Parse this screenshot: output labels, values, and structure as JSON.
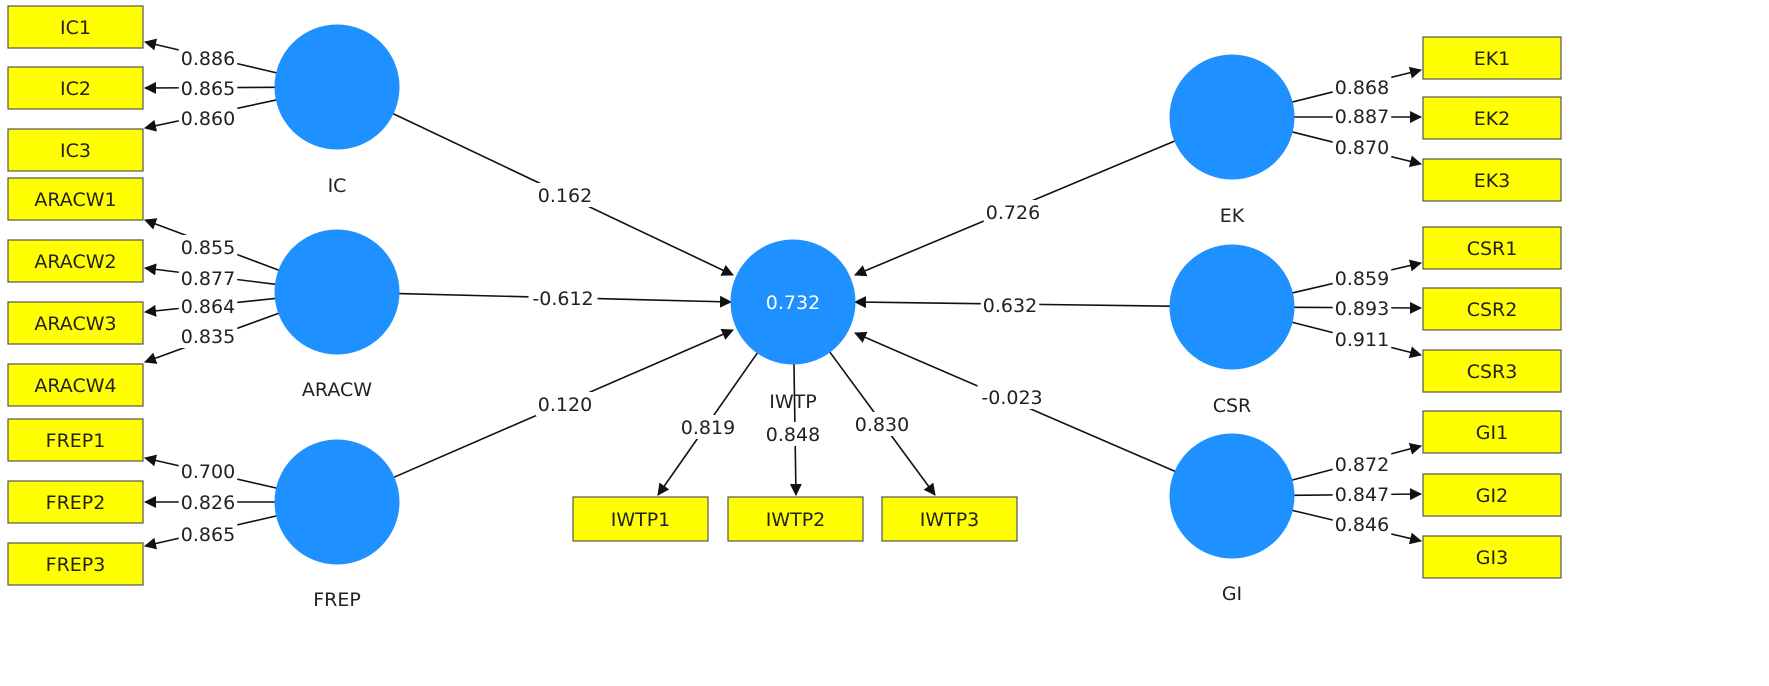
{
  "colors": {
    "construct_fill": "#1e90ff",
    "indicator_fill": "#ffff00",
    "arrow": "#111111"
  },
  "constructs": [
    {
      "id": "IC",
      "label": "IC"
    },
    {
      "id": "ARACW",
      "label": "ARACW"
    },
    {
      "id": "FREP",
      "label": "FREP"
    },
    {
      "id": "IWTP",
      "label": "IWTP",
      "r_squared": "0.732"
    },
    {
      "id": "EK",
      "label": "EK"
    },
    {
      "id": "CSR",
      "label": "CSR"
    },
    {
      "id": "GI",
      "label": "GI"
    }
  ],
  "indicators": [
    {
      "id": "IC1",
      "label": "IC1",
      "construct": "IC",
      "loading": "0.886"
    },
    {
      "id": "IC2",
      "label": "IC2",
      "construct": "IC",
      "loading": "0.865"
    },
    {
      "id": "IC3",
      "label": "IC3",
      "construct": "IC",
      "loading": "0.860"
    },
    {
      "id": "ARACW1",
      "label": "ARACW1",
      "construct": "ARACW",
      "loading": "0.855"
    },
    {
      "id": "ARACW2",
      "label": "ARACW2",
      "construct": "ARACW",
      "loading": "0.877"
    },
    {
      "id": "ARACW3",
      "label": "ARACW3",
      "construct": "ARACW",
      "loading": "0.864"
    },
    {
      "id": "ARACW4",
      "label": "ARACW4",
      "construct": "ARACW",
      "loading": "0.835"
    },
    {
      "id": "FREP1",
      "label": "FREP1",
      "construct": "FREP",
      "loading": "0.700"
    },
    {
      "id": "FREP2",
      "label": "FREP2",
      "construct": "FREP",
      "loading": "0.826"
    },
    {
      "id": "FREP3",
      "label": "FREP3",
      "construct": "FREP",
      "loading": "0.865"
    },
    {
      "id": "IWTP1",
      "label": "IWTP1",
      "construct": "IWTP",
      "loading": "0.819"
    },
    {
      "id": "IWTP2",
      "label": "IWTP2",
      "construct": "IWTP",
      "loading": "0.848"
    },
    {
      "id": "IWTP3",
      "label": "IWTP3",
      "construct": "IWTP",
      "loading": "0.830"
    },
    {
      "id": "EK1",
      "label": "EK1",
      "construct": "EK",
      "loading": "0.868"
    },
    {
      "id": "EK2",
      "label": "EK2",
      "construct": "EK",
      "loading": "0.887"
    },
    {
      "id": "EK3",
      "label": "EK3",
      "construct": "EK",
      "loading": "0.870"
    },
    {
      "id": "CSR1",
      "label": "CSR1",
      "construct": "CSR",
      "loading": "0.859"
    },
    {
      "id": "CSR2",
      "label": "CSR2",
      "construct": "CSR",
      "loading": "0.893"
    },
    {
      "id": "CSR3",
      "label": "CSR3",
      "construct": "CSR",
      "loading": "0.911"
    },
    {
      "id": "GI1",
      "label": "GI1",
      "construct": "GI",
      "loading": "0.872"
    },
    {
      "id": "GI2",
      "label": "GI2",
      "construct": "GI",
      "loading": "0.847"
    },
    {
      "id": "GI3",
      "label": "GI3",
      "construct": "GI",
      "loading": "0.846"
    }
  ],
  "paths": [
    {
      "from": "IC",
      "to": "IWTP",
      "coefficient": "0.162"
    },
    {
      "from": "ARACW",
      "to": "IWTP",
      "coefficient": "-0.612"
    },
    {
      "from": "FREP",
      "to": "IWTP",
      "coefficient": "0.120"
    },
    {
      "from": "EK",
      "to": "IWTP",
      "coefficient": "0.726"
    },
    {
      "from": "CSR",
      "to": "IWTP",
      "coefficient": "0.632"
    },
    {
      "from": "GI",
      "to": "IWTP",
      "coefficient": "-0.023"
    }
  ]
}
